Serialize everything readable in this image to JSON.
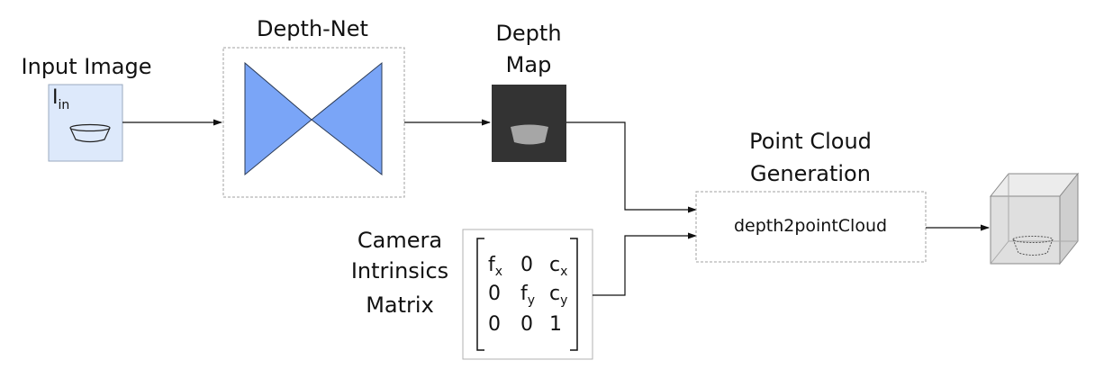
{
  "input": {
    "label": "Input Image",
    "symbol": "I",
    "subscript": "in"
  },
  "depth_net": {
    "label": "Depth-Net"
  },
  "depth_map": {
    "label_line1": "Depth",
    "label_line2": "Map"
  },
  "camera": {
    "label_line1": "Camera",
    "label_line2": "Intrinsics",
    "label_line3": "Matrix",
    "matrix": {
      "r0c0": {
        "base": "f",
        "sub": "x"
      },
      "r0c1": {
        "base": "0",
        "sub": ""
      },
      "r0c2": {
        "base": "c",
        "sub": "x"
      },
      "r1c0": {
        "base": "0",
        "sub": ""
      },
      "r1c1": {
        "base": "f",
        "sub": "y"
      },
      "r1c2": {
        "base": "c",
        "sub": "y"
      },
      "r2c0": {
        "base": "0",
        "sub": ""
      },
      "r2c1": {
        "base": "0",
        "sub": ""
      },
      "r2c2": {
        "base": "1",
        "sub": ""
      }
    }
  },
  "point_cloud": {
    "label_line1": "Point Cloud",
    "label_line2": "Generation",
    "function": "depth2pointCloud"
  },
  "colors": {
    "input_fill": "#dde9fb",
    "input_border": "#9aa9bf",
    "net_triangle": "#7aa5f7",
    "depth_map_bg": "#333333",
    "depth_blob": "#a6a6a6",
    "cube_fill": "#d9d9d9",
    "dashed_border": "#a0a0a0"
  }
}
